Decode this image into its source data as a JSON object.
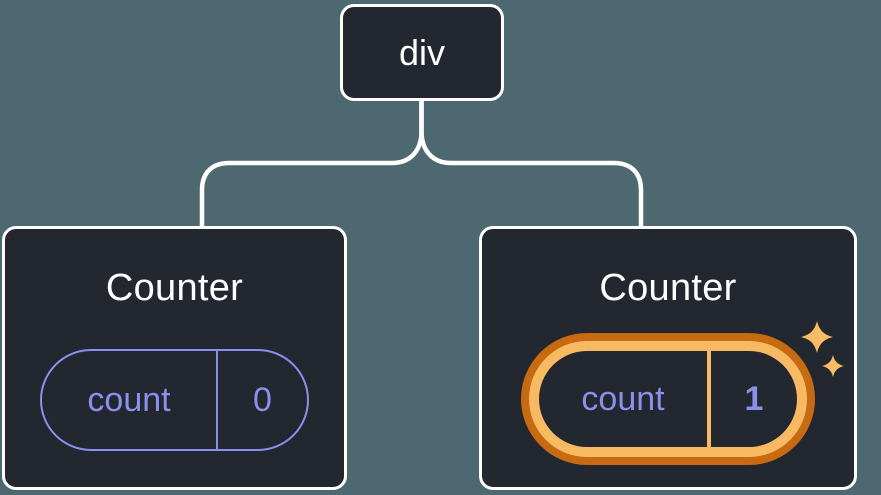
{
  "tree": {
    "root": {
      "label": "div"
    },
    "children": [
      {
        "title": "Counter",
        "state_key": "count",
        "state_value": "0",
        "highlighted": false
      },
      {
        "title": "Counter",
        "state_key": "count",
        "state_value": "1",
        "highlighted": true
      }
    ]
  },
  "colors": {
    "background": "#4D6870",
    "node_fill": "#23272F",
    "node_border": "#FFFFFF",
    "connector": "#FFFFFF",
    "state_purple": "#8A90EC",
    "highlight_outer_orange": "#C76B12",
    "highlight_inner_gold": "#F7B962",
    "sparkle_gold": "#F8BC66"
  },
  "icons": {
    "sparkles": "sparkles-icon (two four-point stars)"
  }
}
